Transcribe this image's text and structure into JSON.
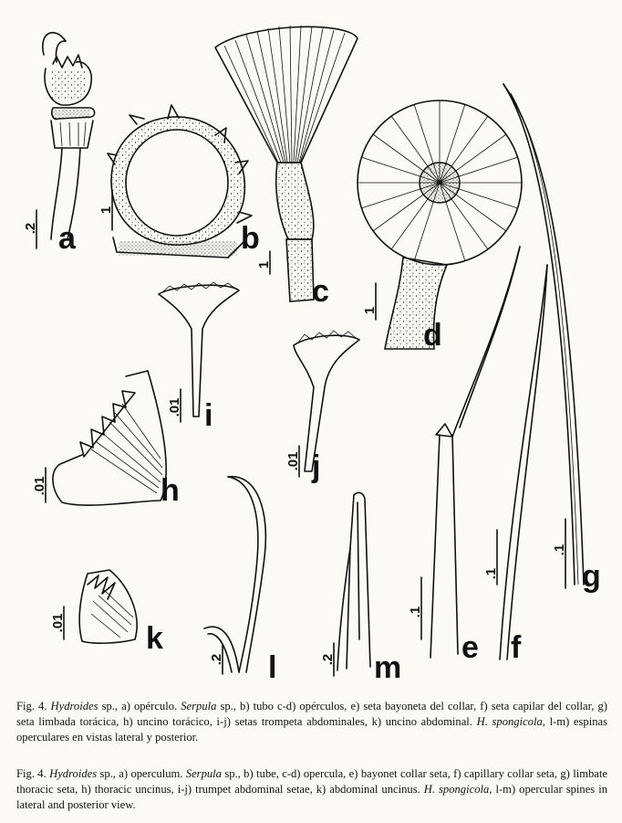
{
  "figure": {
    "panels": [
      {
        "letter": "a",
        "scale": ".2"
      },
      {
        "letter": "b",
        "scale": "1"
      },
      {
        "letter": "c",
        "scale": "1"
      },
      {
        "letter": "d",
        "scale": "1"
      },
      {
        "letter": "e",
        "scale": ".1"
      },
      {
        "letter": "f",
        "scale": ".1"
      },
      {
        "letter": "g",
        "scale": ".1"
      },
      {
        "letter": "h",
        "scale": ".01"
      },
      {
        "letter": "i",
        "scale": ".01"
      },
      {
        "letter": "j",
        "scale": ".01"
      },
      {
        "letter": "k",
        "scale": ".01"
      },
      {
        "letter": "l",
        "scale": ".2"
      },
      {
        "letter": "m",
        "scale": ".2"
      }
    ]
  },
  "caption_es": {
    "fig": "Fig. 4.",
    "t1": "Hydroides",
    "t2": " sp., a) opérculo. ",
    "t3": "Serpula",
    "t4": " sp., b) tubo c-d) opérculos, e) seta bayoneta del collar, f) seta capilar del collar, g) seta limbada torácica, h) uncino torácico, i-j) setas trompeta abdominales, k) uncino abdominal. ",
    "t5": "H. spongicola",
    "t6": ", l-m) espinas operculares en vistas lateral y posterior."
  },
  "caption_en": {
    "fig": "Fig. 4.",
    "t1": "Hydroides",
    "t2": " sp., a) operculum. ",
    "t3": "Serpula",
    "t4": " sp., b) tube, c-d) opercula, e) bayonet collar seta, f) capillary collar seta, g) limbate thoracic seta, h) thoracic uncinus, i-j) trumpet abdominal setae, k) abdominal uncinus. ",
    "t5": "H. spongicola",
    "t6": ", l-m) opercular spines in lateral and posterior view."
  }
}
